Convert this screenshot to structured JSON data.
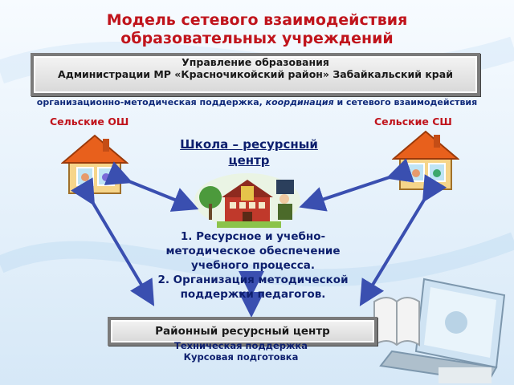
{
  "title": "Модель сетевого взаимодействия образовательных учреждений",
  "management": {
    "line1": "Управление образования",
    "line2": "Администрации МР «Красночикойский  район» Забайкальский край"
  },
  "support_prefix": "организационно-методическая поддержка, ",
  "support_italic": "координация",
  "support_suffix": "  и  сетевого взаимодействия",
  "rural_basic": "Сельские ОШ",
  "rural_secondary": "Сельские СШ",
  "resource_school": "Школа – ресурсный центр",
  "tasks": [
    "1. Ресурсное и учебно-методическое обеспечение учебного процесса.",
    "2. Организация методической поддержки педагогов."
  ],
  "district_center": "Районный ресурсный центр",
  "district_notes": [
    "Техническая поддержка",
    "Курсовая подготовка"
  ],
  "colors": {
    "title": "#c0141c",
    "text": "#0d1f6e",
    "arrow": "#3a4fb0",
    "background": "#e8f2fb"
  },
  "icons": [
    "house-icon",
    "school-building-icon",
    "laptop-icon",
    "book-icon"
  ]
}
